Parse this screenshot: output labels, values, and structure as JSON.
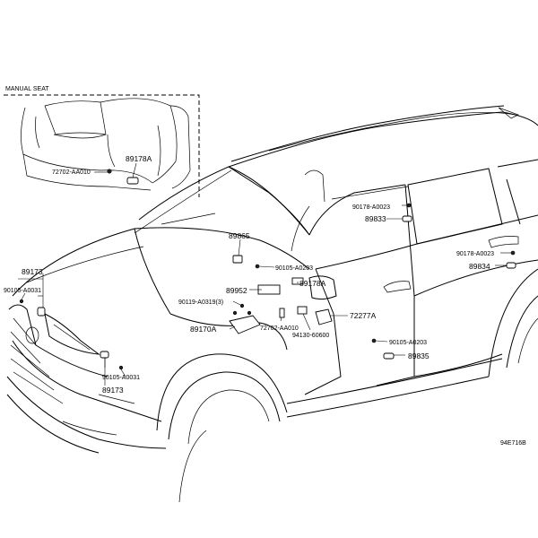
{
  "inset": {
    "title": "MANUAL SEAT"
  },
  "figure_code": "94E716B",
  "labels": {
    "p89178A_inset": "89178A",
    "p72702_inset": "72702-AA010",
    "p89865": "89865",
    "p90105_A0203_top": "90105-A0203",
    "p89952": "89952",
    "p89178A_main": "89178A",
    "p90119": "90119-A0319(3)",
    "p89170A": "89170A",
    "p72702_main": "72702-AA010",
    "p94130": "94130-60600",
    "p72277A": "72277A",
    "p90178_upper": "90178-A0023",
    "p89833": "89833",
    "p90178_right": "90178-A0023",
    "p89834": "89834",
    "p90105_A0203_low": "90105-A0203",
    "p89835": "89835",
    "p89173_top": "89173",
    "p90105_A0031_top": "90105-A0031",
    "p90105_A0031_bot": "90105-A0031",
    "p89173_bot": "89173"
  }
}
